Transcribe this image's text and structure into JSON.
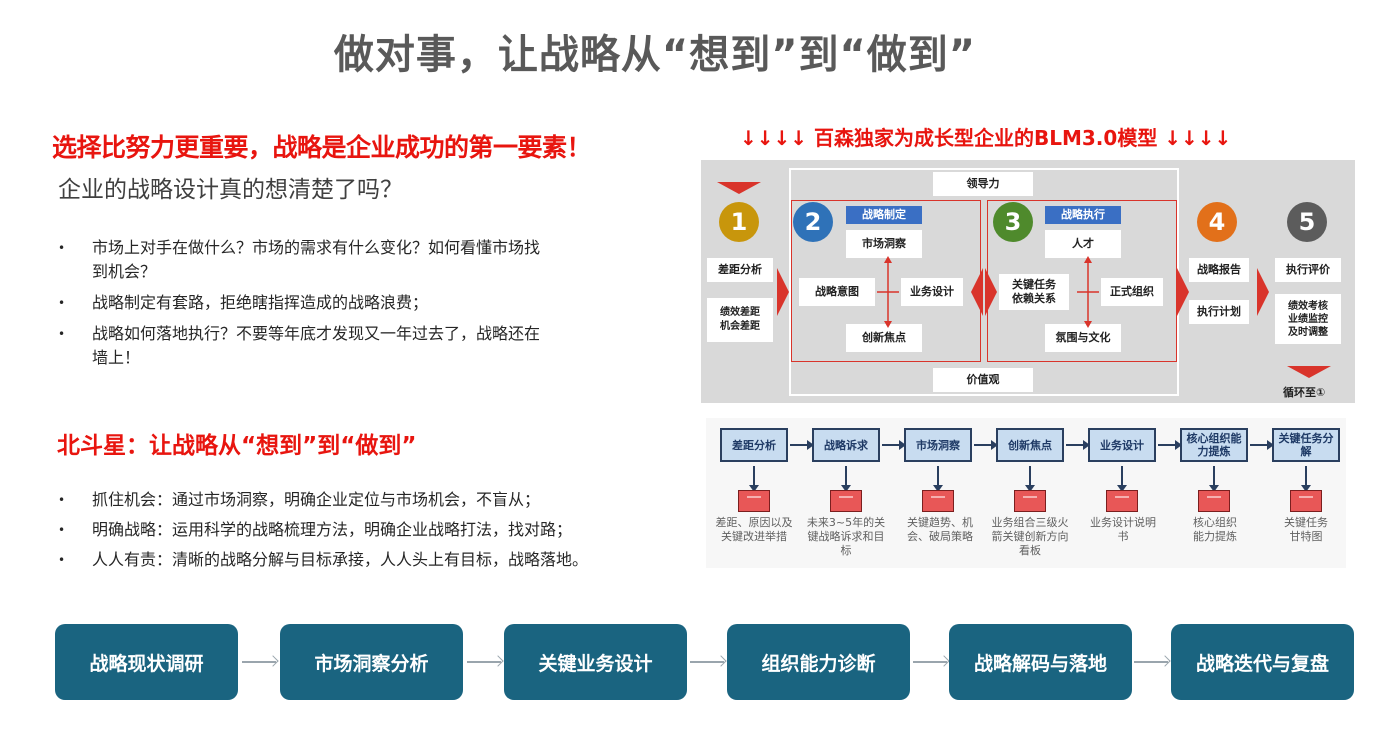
{
  "title": "做对事，让战略从“想到”到“做到”",
  "section1": {
    "heading": "选择比努力更重要，战略是企业成功的第一要素！",
    "subheading": "企业的战略设计真的想清楚了吗？",
    "bullets": [
      "市场上对手在做什么？市场的需求有什么变化？如何看懂市场找到机会？",
      "战略制定有套路，拒绝瞎指挥造成的战略浪费；",
      "战略如何落地执行？不要等年底才发现又一年过去了，战略还在墙上！"
    ]
  },
  "section2": {
    "heading": "北斗星：让战略从“想到”到“做到”",
    "bullets": [
      "抓住机会：通过市场洞察，明确企业定位与市场机会，不盲从；",
      "明确战略：运用科学的战略梳理方法，明确企业战略打法，找对路；",
      "人人有责：清晰的战略分解与目标承接，人人头上有目标，战略落地。"
    ]
  },
  "blm": {
    "banner": "↓↓↓↓ 百森独家为成长型企业的BLM3.0模型 ↓↓↓↓",
    "leadership": "领导力",
    "values": "价值观",
    "loop": "循环至①",
    "num1": "1",
    "num2": "2",
    "num3": "3",
    "num4": "4",
    "num5": "5",
    "gap_analysis": "差距分析",
    "perf_gap": "绩效差距\n机会差距",
    "strategy_making": "战略制定",
    "market_insight": "市场洞察",
    "strategic_intent": "战略意图",
    "business_design": "业务设计",
    "innovation_focus": "创新焦点",
    "strategy_execution": "战略执行",
    "talent": "人才",
    "key_tasks": "关键任务\n依赖关系",
    "formal_org": "正式组织",
    "culture": "氛围与文化",
    "strategy_report": "战略报告",
    "execution_plan": "执行计划",
    "execution_review": "执行评价",
    "perf_review": "绩效考核\n业绩监控\n及时调整",
    "colors": {
      "num1": "#c8960c",
      "num2": "#2f72b8",
      "num3": "#4f8a2c",
      "num4": "#e2701a",
      "num5": "#5c5c5c"
    }
  },
  "flow": {
    "steps": [
      {
        "label": "差距分析",
        "desc": "差距、原因以及关键改进举措"
      },
      {
        "label": "战略诉求",
        "desc": "未来3~5年的关键战略诉求和目标"
      },
      {
        "label": "市场洞察",
        "desc": "关键趋势、机会、破局策略"
      },
      {
        "label": "创新焦点",
        "desc": "业务组合三级火箭关键创新方向看板"
      },
      {
        "label": "业务设计",
        "desc": "业务设计说明书"
      },
      {
        "label": "核心组织能力提炼",
        "desc": "核心组织能力提炼"
      },
      {
        "label": "关键任务分解",
        "desc": "关键任务甘特图"
      }
    ]
  },
  "pills": [
    "战略现状调研",
    "市场洞察分析",
    "关键业务设计",
    "组织能力诊断",
    "战略解码与落地",
    "战略迭代与复盘"
  ]
}
